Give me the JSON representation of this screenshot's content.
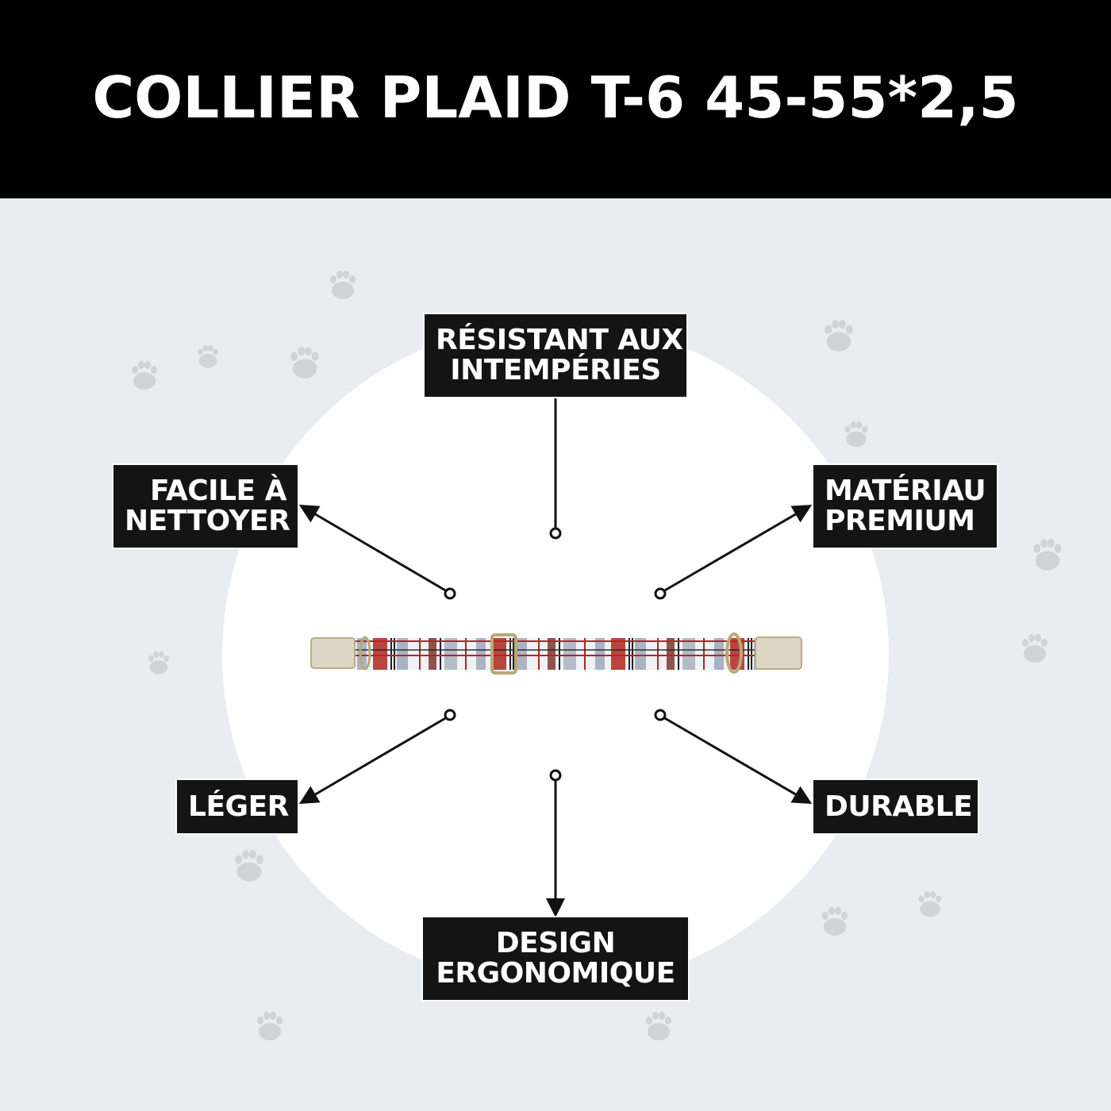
{
  "header": {
    "title": "COLLIER PLAID T-6 45-55*2,5"
  },
  "features": {
    "top": {
      "line1": "RÉSISTANT AUX",
      "line2": "INTEMPÉRIES"
    },
    "top_left": {
      "line1": "FACILE À",
      "line2": "NETTOYER"
    },
    "top_right": {
      "line1": "MATÉRIAU",
      "line2": "PREMIUM"
    },
    "bottom_left": {
      "line1": "LÉGER"
    },
    "bottom_right": {
      "line1": "DURABLE"
    },
    "bottom": {
      "line1": "DESIGN",
      "line2": "ERGONOMIQUE"
    }
  },
  "colors": {
    "background": "#e9ecf1",
    "header": "#000000",
    "label_bg": "#141414",
    "plaid_red": "#b3261e",
    "plaid_grey": "#9aa4b4"
  }
}
